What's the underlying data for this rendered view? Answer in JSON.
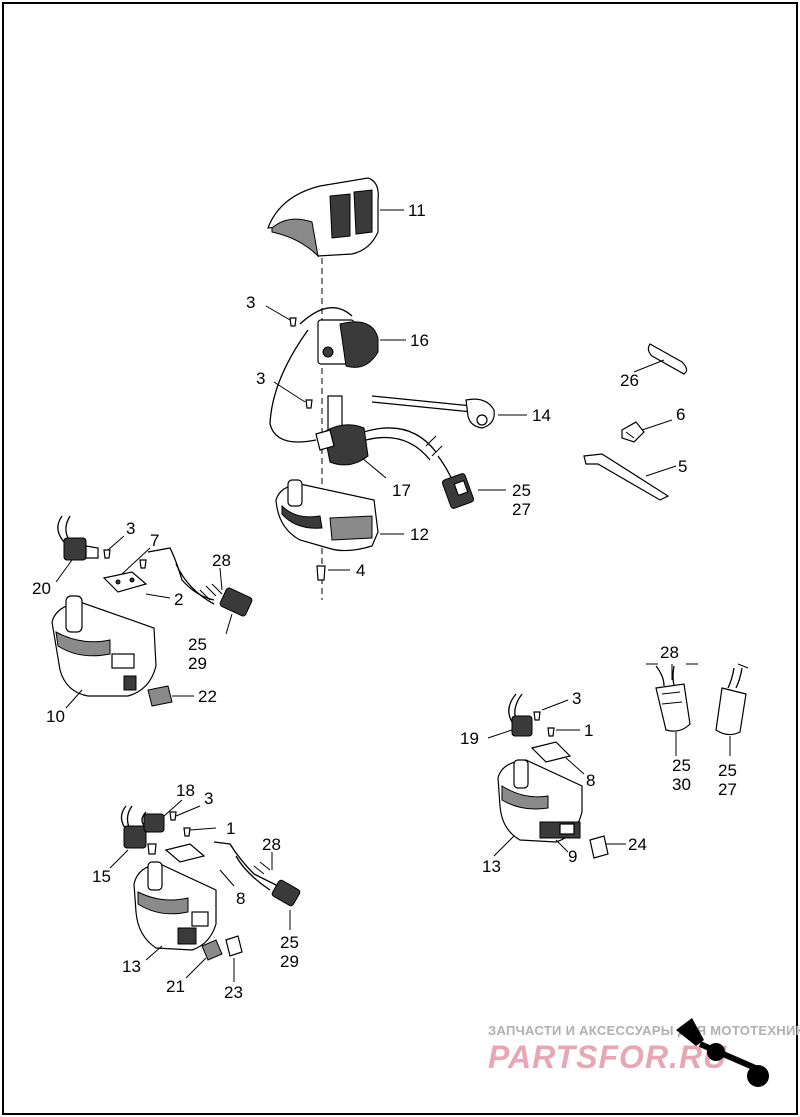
{
  "callouts": {
    "c11": "11",
    "c3a": "3",
    "c16": "16",
    "c3b": "3",
    "c14": "14",
    "c26": "26",
    "c6": "6",
    "c5": "5",
    "c17": "17",
    "c25a": "25",
    "c27a": "27",
    "c12": "12",
    "c4": "4",
    "c3c": "3",
    "c7": "7",
    "c28a": "28",
    "c20": "20",
    "c2": "2",
    "c25b": "25",
    "c29a": "29",
    "c22": "22",
    "c10": "10",
    "c28b": "28",
    "c3d": "3",
    "c19": "19",
    "c1a": "1",
    "c8a": "8",
    "c25c": "25",
    "c30": "30",
    "c25d": "25",
    "c27b": "27",
    "c24": "24",
    "c9": "9",
    "c13a": "13",
    "c18": "18",
    "c3e": "3",
    "c1b": "1",
    "c28c": "28",
    "c15": "15",
    "c8b": "8",
    "c25e": "25",
    "c29b": "29",
    "c13b": "13",
    "c21": "21",
    "c23": "23"
  },
  "watermark": {
    "tagline": "ЗАПЧАСТИ И АКСЕССУАРЫ ДЛЯ МОТОТЕХНИКИ",
    "brand": "PARTSFOR.RU"
  }
}
